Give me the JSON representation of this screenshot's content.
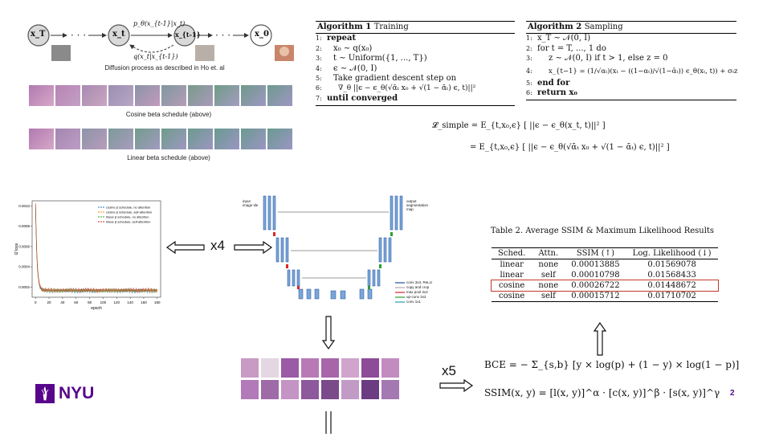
{
  "diffusion": {
    "nodes": [
      "x_T",
      "x_t",
      "x_{t-1}",
      "x_0"
    ],
    "forward_label": "p_θ(x_{t-1}|x_t)",
    "reverse_label": "q(x_t|x_{t-1})",
    "caption": "Diffusion process as described in Ho et. al"
  },
  "cosine_caption": "Cosine beta schedule (above)",
  "linear_caption": "Linear beta schedule (above)",
  "algo1": {
    "title_bold": "Algorithm 1",
    "title_rest": "Training",
    "lines": [
      {
        "n": "1:",
        "t": "repeat"
      },
      {
        "n": "2:",
        "t": "x₀ ∼ q(x₀)"
      },
      {
        "n": "3:",
        "t": "t ∼ Uniform({1, ..., T})"
      },
      {
        "n": "4:",
        "t": "ϵ ∼ 𝒩(0, I)"
      },
      {
        "n": "5:",
        "t": "Take gradient descent step on"
      },
      {
        "n": "6:",
        "t": "∇_θ ||ϵ − ϵ_θ(√ᾱₜ x₀ + √(1 − ᾱₜ) ϵ, t)||²"
      },
      {
        "n": "7:",
        "t": "until converged"
      }
    ]
  },
  "algo2": {
    "title_bold": "Algorithm 2",
    "title_rest": "Sampling",
    "lines": [
      {
        "n": "1:",
        "t": "x_T ∼ 𝒩(0, I)"
      },
      {
        "n": "2:",
        "t": "for t = T, ..., 1 do"
      },
      {
        "n": "3:",
        "t": "z ∼ 𝒩(0, I) if t > 1, else z = 0"
      },
      {
        "n": "4:",
        "t": "x_{t−1} = (1/√αₜ)(xₜ − ((1−αₜ)/√(1−ᾱₜ)) ϵ_θ(xₜ, t)) + σₜz"
      },
      {
        "n": "5:",
        "t": "end for"
      },
      {
        "n": "6:",
        "t": "return x₀"
      }
    ]
  },
  "loss": {
    "line1": "𝓛_simple = E_{t,x₀,ϵ} [ ||ϵ − ϵ_θ(x_t, t)||² ]",
    "line2": "= E_{t,x₀,ϵ} [ ||ϵ − ϵ_θ(√ᾱₜ x₀ + √(1 − ᾱₜ) ϵ, t)||² ]"
  },
  "chart_data": {
    "type": "line",
    "xlabel": "epoch",
    "ylabel": "l2 loss",
    "x_ticks": [
      "0",
      "20",
      "40",
      "60",
      "80",
      "100",
      "120",
      "140",
      "160",
      "180"
    ],
    "y_ticks": [
      "0.0010",
      "0.0008",
      "0.0006",
      "0.0004",
      "0.0002"
    ],
    "ylim": [
      0.0001,
      0.00105
    ],
    "xlim": [
      -5,
      185
    ],
    "legend_position": "top-right",
    "series": [
      {
        "name": "cosine β schedule, no attention",
        "color": "#1f77b4"
      },
      {
        "name": "cosine β schedule, self-attention",
        "color": "#ff7f0e"
      },
      {
        "name": "linear β schedule, no attention",
        "color": "#2ca02c"
      },
      {
        "name": "linear β schedule, self-attention",
        "color": "#d62728"
      }
    ]
  },
  "arrow_x4": "x4",
  "arrow_x5": "x5",
  "unet": {
    "input_label": "input image tile",
    "output_label": "output segmentation map",
    "legend": [
      {
        "label": "conv 3x3, ReLU",
        "color": "#1f4e9c"
      },
      {
        "label": "copy and crop",
        "color": "#999999"
      },
      {
        "label": "max pool 2x2",
        "color": "#d62728"
      },
      {
        "label": "up-conv 2x2",
        "color": "#2ca02c"
      },
      {
        "label": "conv 1x1",
        "color": "#17a2b8"
      }
    ]
  },
  "table": {
    "caption": "Table 2. Average SSIM & Maximum Likelihood Results",
    "headers": [
      "Sched.",
      "Attn.",
      "SSIM (↑)",
      "Log. Likelihood (↓)"
    ],
    "rows": [
      [
        "linear",
        "none",
        "0.00013885",
        "0.01569078"
      ],
      [
        "linear",
        "self",
        "0.00010798",
        "0.01568433"
      ],
      [
        "cosine",
        "none",
        "0.00026722",
        "0.01448672"
      ],
      [
        "cosine",
        "self",
        "0.00015712",
        "0.01710702"
      ]
    ],
    "highlight_row": 2,
    "highlight_color": "#c0392b"
  },
  "formulas": {
    "bce": "BCE = − Σ_{s,b} [y × log(p) + (1 − y) × log(1 − p)]",
    "ssim": "SSIM(x, y) = [l(x, y)]^α · [c(x, y)]^β · [s(x, y)]^γ"
  },
  "logo_text": "NYU",
  "brand_color": "#57068c",
  "page_number": "2"
}
